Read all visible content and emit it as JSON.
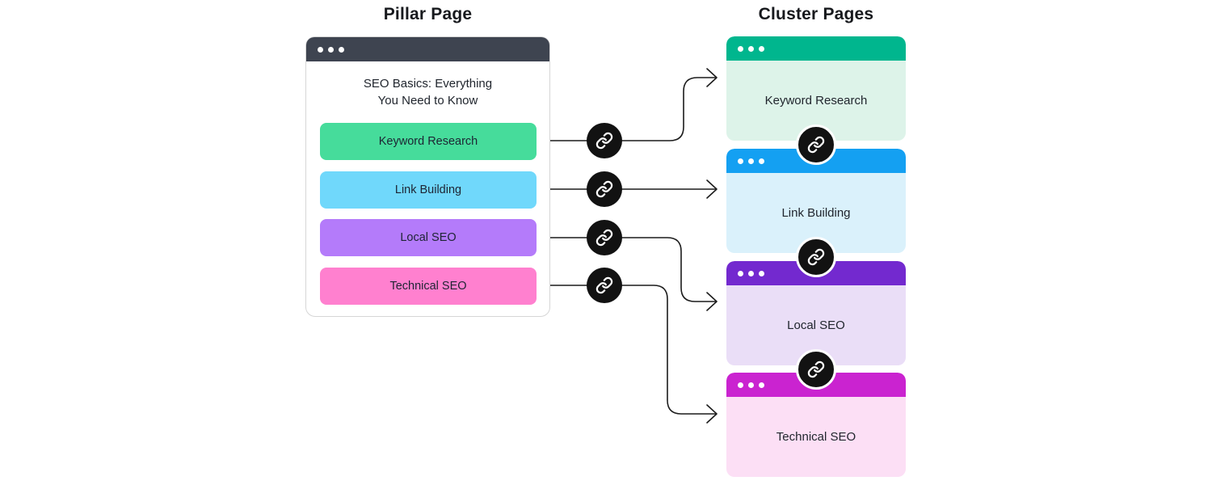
{
  "headings": {
    "pillar": "Pillar Page",
    "cluster": "Cluster Pages"
  },
  "pillar_page": {
    "title_line1": "SEO Basics: Everything",
    "title_line2": "You Need to Know",
    "header_color": "#3e4450",
    "buttons": [
      {
        "label": "Keyword Research",
        "color": "#46dc9b"
      },
      {
        "label": "Link Building",
        "color": "#70d8fb"
      },
      {
        "label": "Local SEO",
        "color": "#b47bfa"
      },
      {
        "label": "Technical SEO",
        "color": "#ff80cf"
      }
    ]
  },
  "cluster_pages": [
    {
      "label": "Keyword Research",
      "header_color": "#00b68e",
      "body_color": "#ddf3e9"
    },
    {
      "label": "Link Building",
      "header_color": "#14a0f2",
      "body_color": "#daf1fb"
    },
    {
      "label": "Local SEO",
      "header_color": "#7329cf",
      "body_color": "#eadef7"
    },
    {
      "label": "Technical SEO",
      "header_color": "#ca23d0",
      "body_color": "#fcdff5"
    }
  ],
  "icons": {
    "link_circle_color": "#121212",
    "link_glyph": "chain-link",
    "window_dots_color": "#ffffff"
  },
  "connector": {
    "line_color": "#1c1c1c"
  }
}
